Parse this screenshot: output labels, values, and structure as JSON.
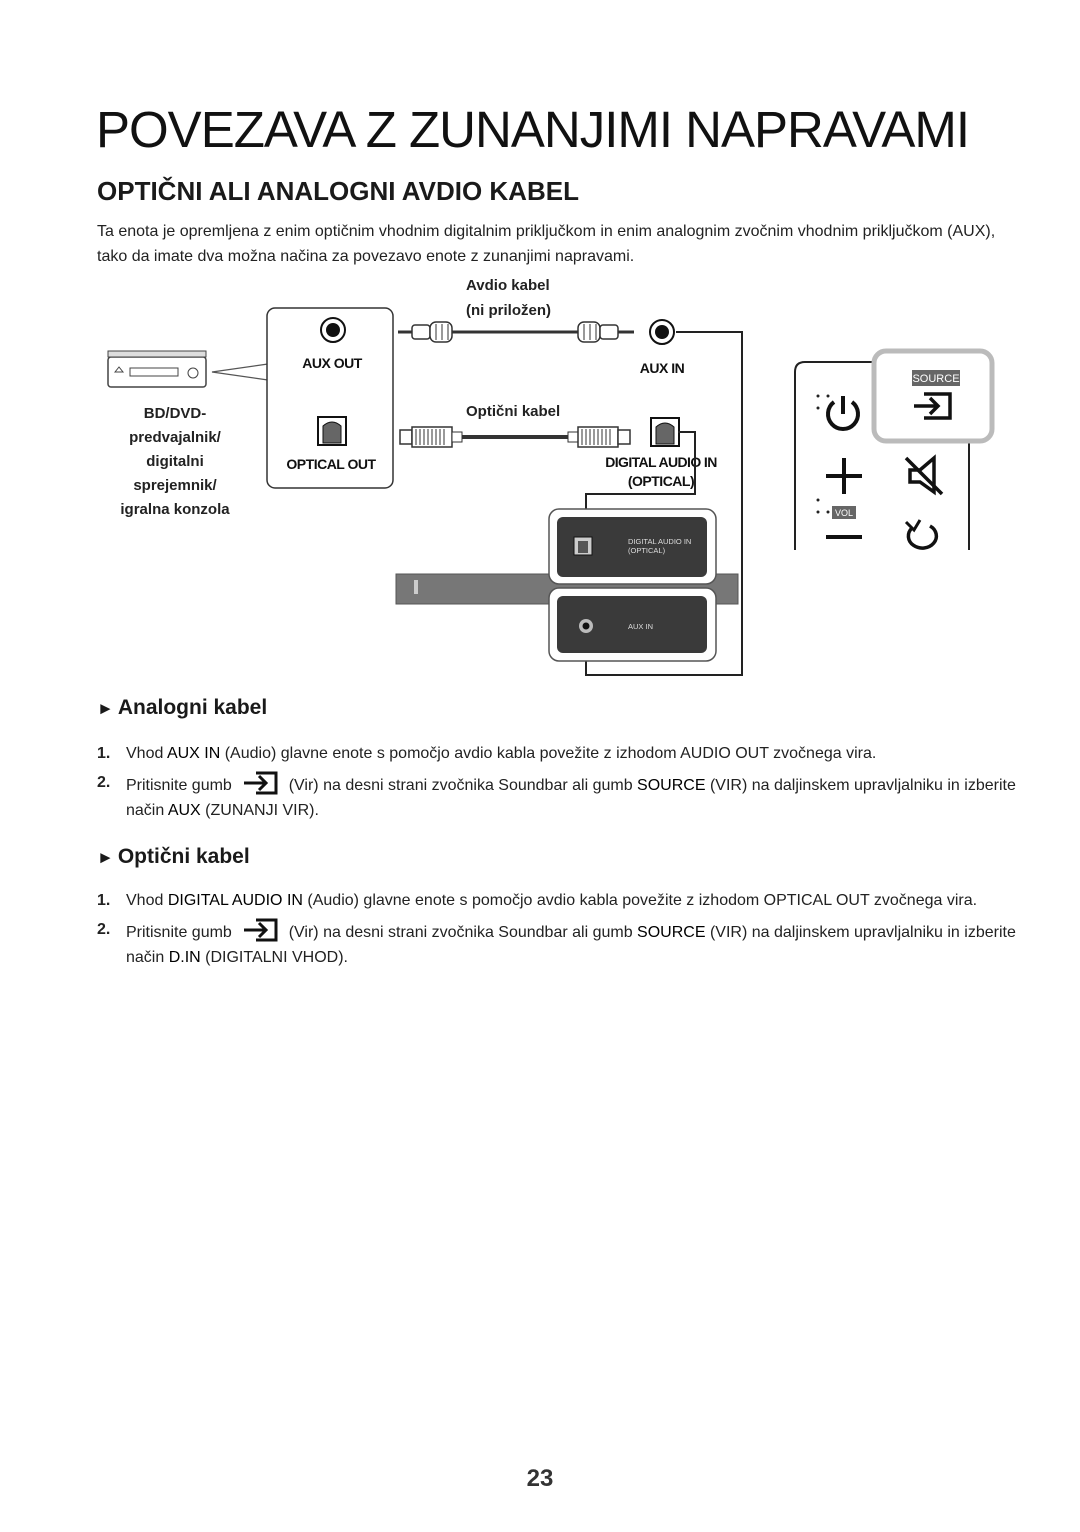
{
  "page": {
    "title": "POVEZAVA Z ZUNANJIMI NAPRAVAMI",
    "section_title": "OPTIČNI ALI ANALOGNI AVDIO KABEL",
    "intro": "Ta enota je opremljena z enim optičnim vhodnim digitalnim priključkom in enim analognim zvočnim vhodnim priključkom (AUX), tako da imate dva možna načina za povezavo enote z zunanjimi napravami.",
    "page_number": "23"
  },
  "diagram": {
    "audio_cable_label_1": "Avdio kabel",
    "audio_cable_label_2": "(ni priložen)",
    "optical_cable_label": "Optični kabel",
    "aux_out": "AUX OUT",
    "optical_out": "OPTICAL OUT",
    "aux_in": "AUX IN",
    "digital_audio_in_1": "DIGITAL AUDIO IN",
    "digital_audio_in_2": "(OPTICAL)",
    "device_lines": [
      "BD/DVD-",
      "predvajalnik/",
      "digitalni",
      "sprejemnik/",
      "igralna konzola"
    ],
    "panel_digital_1": "DIGITAL AUDIO IN",
    "panel_digital_2": "(OPTICAL)",
    "panel_aux_in": "AUX IN",
    "source_label": "SOURCE",
    "vol_label": "VOL"
  },
  "analog": {
    "heading": "Analogni kabel",
    "arrow": "►",
    "step1_num": "1.",
    "step1_a": "Vhod ",
    "step1_kw": "AUX IN",
    "step1_b": " (Audio) glavne enote s pomočjo avdio kabla povežite z izhodom AUDIO OUT zvočnega vira.",
    "step2_num": "2.",
    "step2_a": "Pritisnite gumb ",
    "step2_b": " (Vir) na desni strani zvočnika Soundbar ali gumb ",
    "step2_kw1": "SOURCE",
    "step2_c": " (VIR) na daljinskem upravljalniku in izberite način ",
    "step2_kw2": "AUX",
    "step2_d": " (ZUNANJI VIR)."
  },
  "optical": {
    "heading": "Optični kabel",
    "arrow": "►",
    "step1_num": "1.",
    "step1_a": "Vhod ",
    "step1_kw": "DIGITAL AUDIO IN",
    "step1_b": " (Audio) glavne enote s pomočjo avdio kabla povežite z izhodom OPTICAL OUT zvočnega vira.",
    "step2_num": "2.",
    "step2_a": "Pritisnite gumb ",
    "step2_b": " (Vir) na desni strani zvočnika Soundbar ali gumb ",
    "step2_kw1": "SOURCE",
    "step2_c": " (VIR) na daljinskem upravljalniku in izberite način ",
    "step2_kw2": "D.IN",
    "step2_d": " (DIGITALNI VHOD)."
  }
}
